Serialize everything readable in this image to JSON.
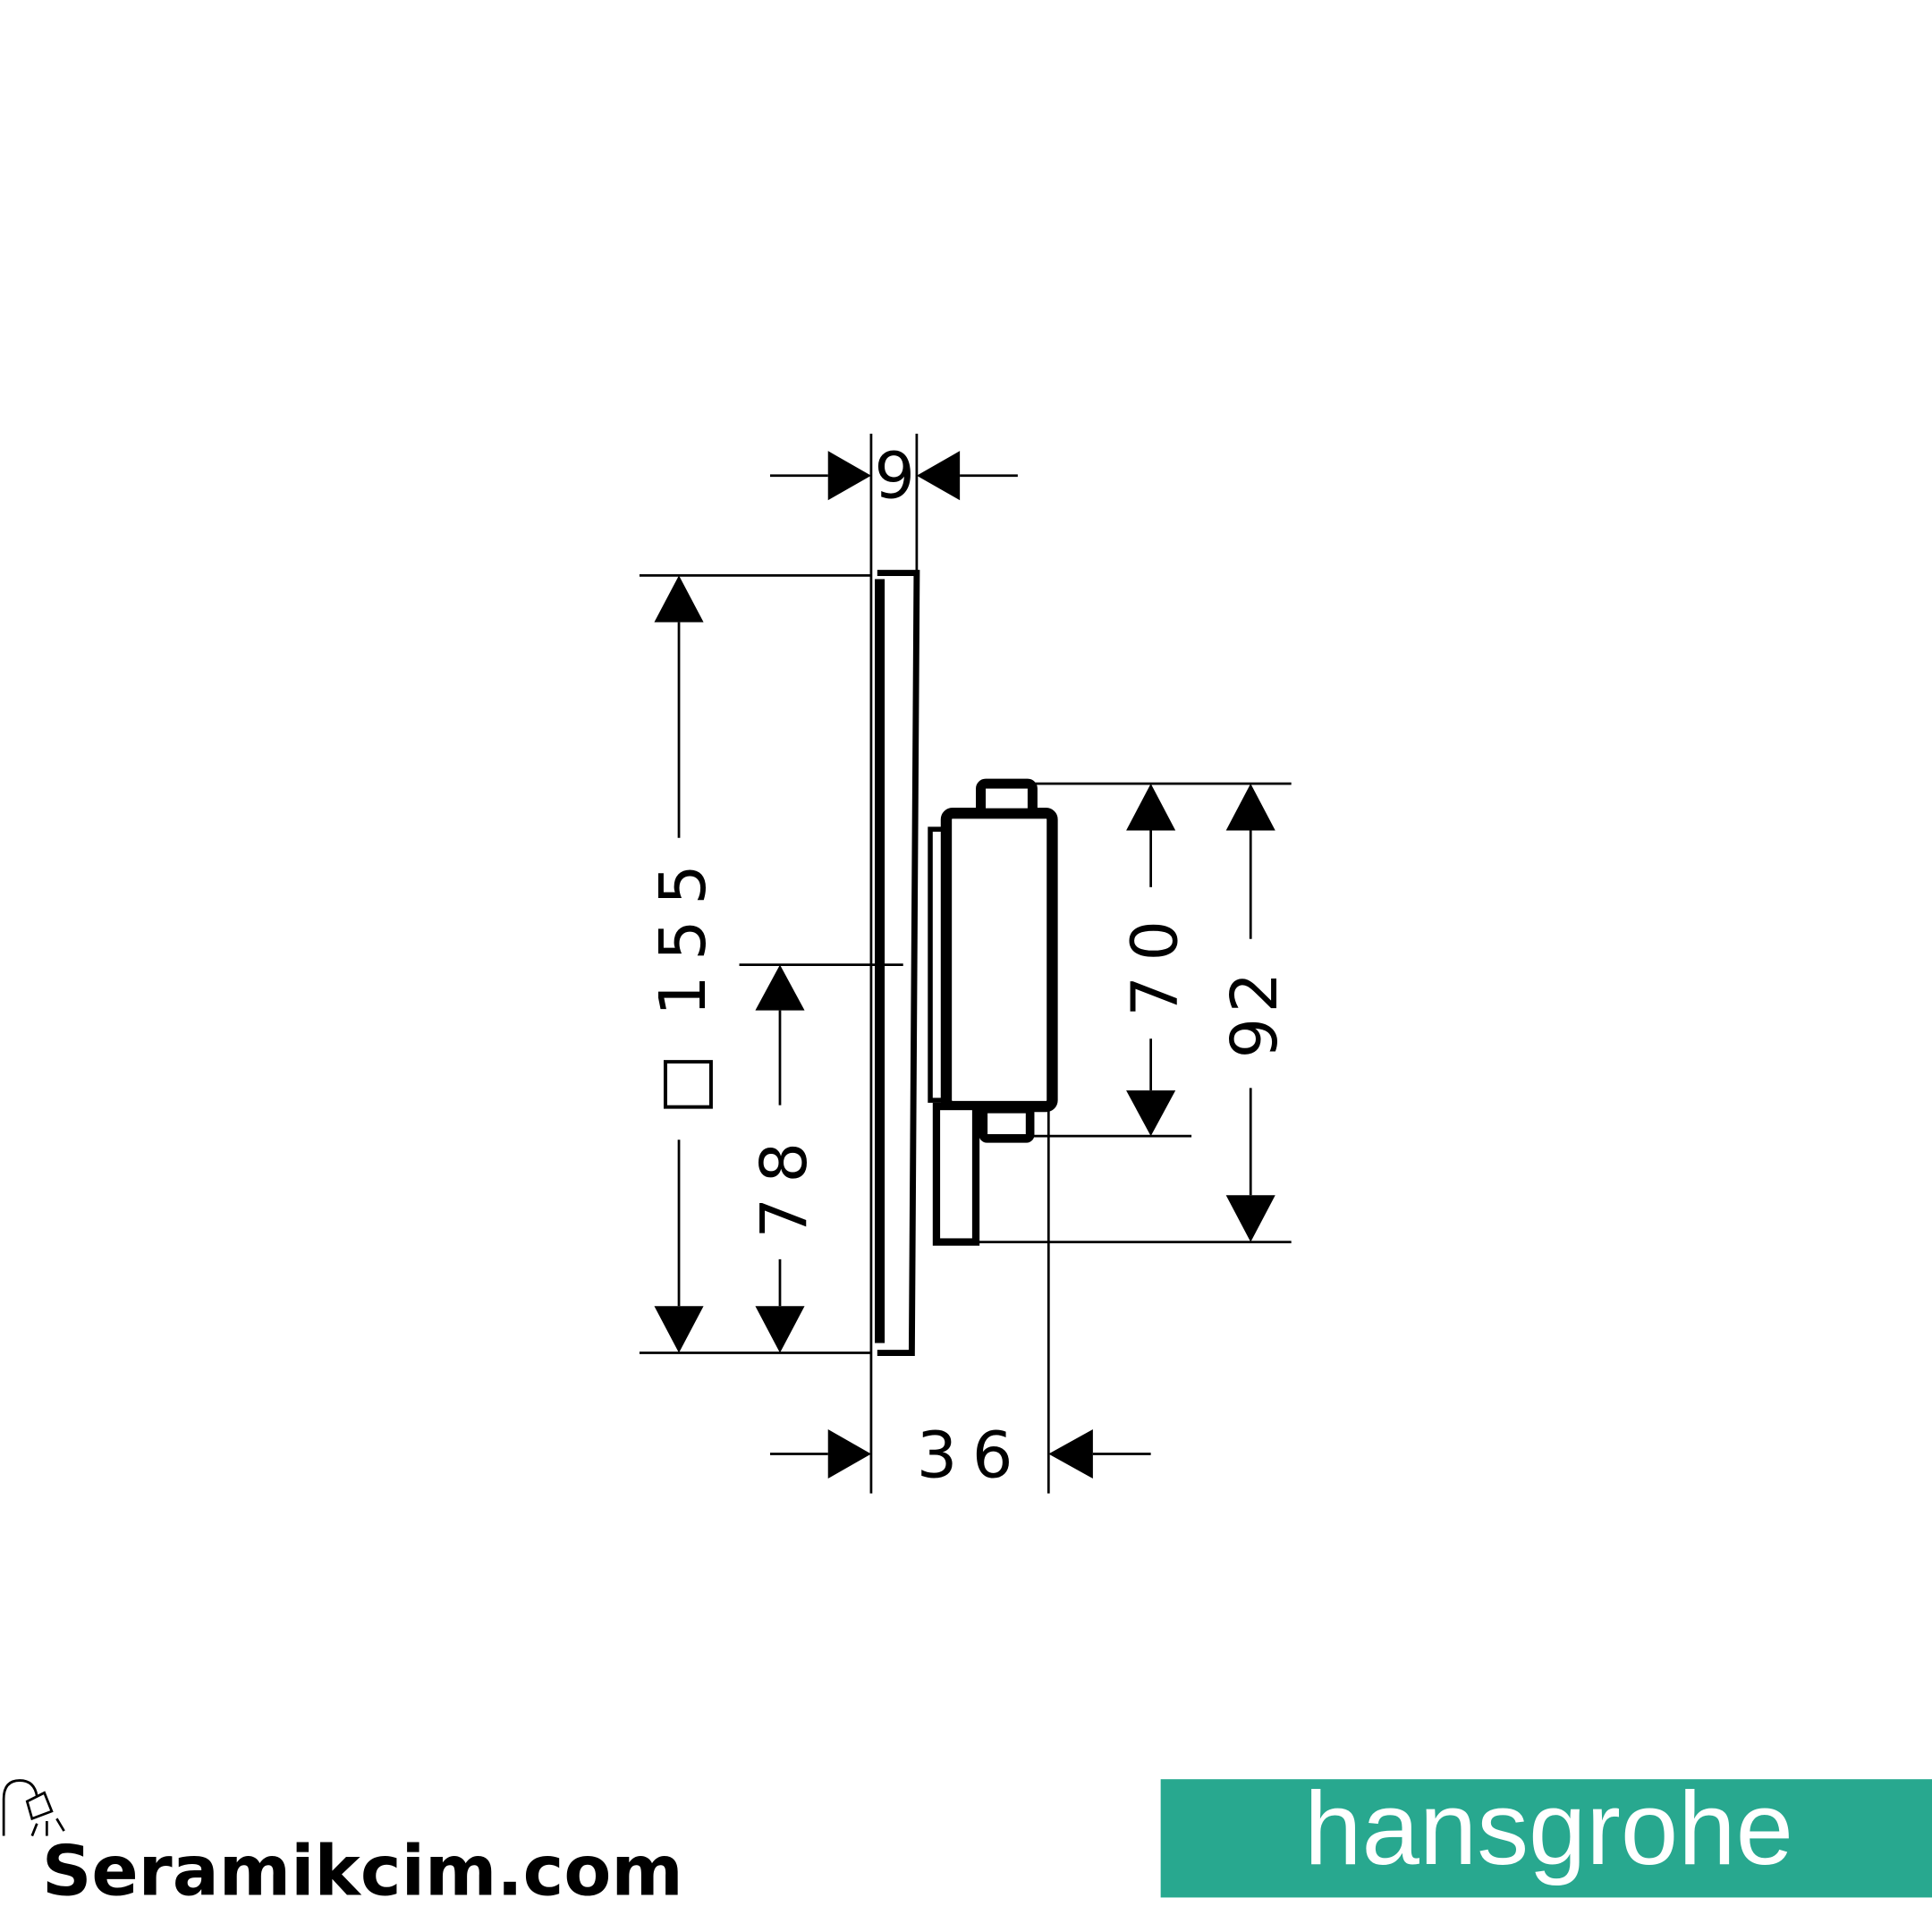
{
  "drawing": {
    "dimensions": {
      "plate_depth": "9",
      "plate_height": "155",
      "square_symbol": "□",
      "center_height": "78",
      "body_height": "70",
      "overall_body_height": "92",
      "total_depth": "36"
    }
  },
  "logos": {
    "left": {
      "text": "Seramikcim.com",
      "icon": "shower-head-icon"
    },
    "right": {
      "text": "hansgrohe",
      "background": "#28a88f"
    }
  },
  "colors": {
    "line": "#000000",
    "brand_teal": "#28a88f"
  }
}
